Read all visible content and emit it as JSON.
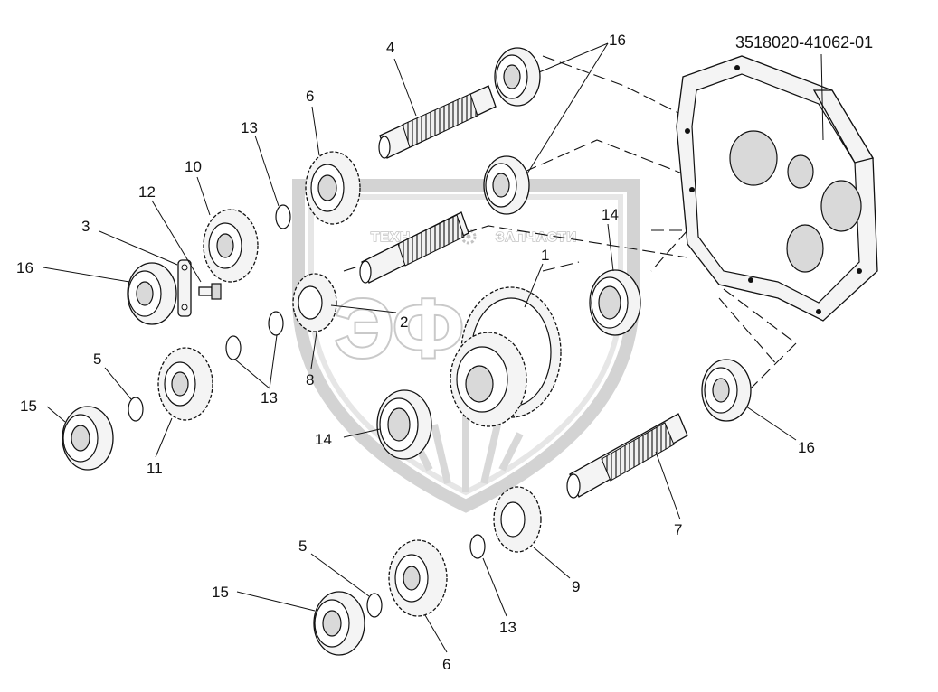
{
  "diagram": {
    "part_number": "3518020-41062-01",
    "watermark": {
      "left_text": "ТЕХН",
      "right_text": "ЗАПЧАСТИ",
      "logo_letters": "ЭФ"
    },
    "callouts": [
      {
        "id": "c-4",
        "label": "4"
      },
      {
        "id": "c-16-top",
        "label": "16"
      },
      {
        "id": "c-6-top",
        "label": "6"
      },
      {
        "id": "c-13-top",
        "label": "13"
      },
      {
        "id": "c-10",
        "label": "10"
      },
      {
        "id": "c-12",
        "label": "12"
      },
      {
        "id": "c-3",
        "label": "3"
      },
      {
        "id": "c-16-left",
        "label": "16"
      },
      {
        "id": "c-14-right",
        "label": "14"
      },
      {
        "id": "c-1",
        "label": "1"
      },
      {
        "id": "c-2",
        "label": "2"
      },
      {
        "id": "c-8",
        "label": "8"
      },
      {
        "id": "c-5-left",
        "label": "5"
      },
      {
        "id": "c-15-left",
        "label": "15"
      },
      {
        "id": "c-11",
        "label": "11"
      },
      {
        "id": "c-13-mid",
        "label": "13"
      },
      {
        "id": "c-14-mid",
        "label": "14"
      },
      {
        "id": "c-16-right",
        "label": "16"
      },
      {
        "id": "c-7",
        "label": "7"
      },
      {
        "id": "c-5-bottom",
        "label": "5"
      },
      {
        "id": "c-15-bottom",
        "label": "15"
      },
      {
        "id": "c-9",
        "label": "9"
      },
      {
        "id": "c-13-bottom",
        "label": "13"
      },
      {
        "id": "c-6-bottom",
        "label": "6"
      }
    ]
  }
}
